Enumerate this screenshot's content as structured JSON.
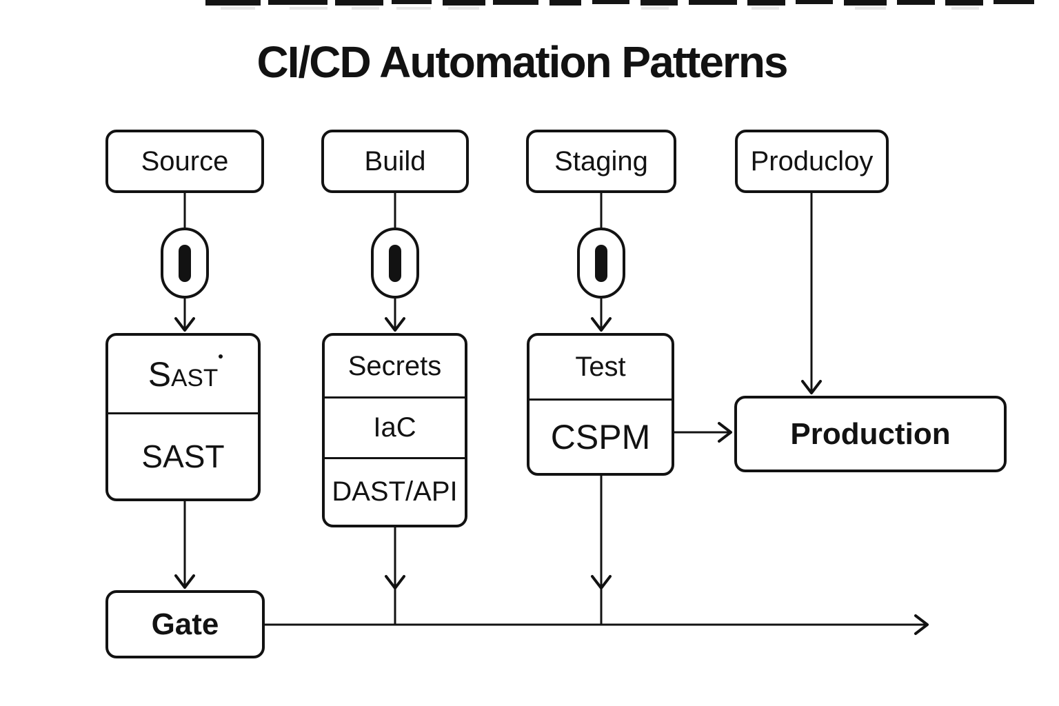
{
  "title": "CI/CD Automation Patterns",
  "nodes": {
    "source": "Source",
    "build": "Build",
    "staging": "Staging",
    "producloy": "Producloy",
    "production": "Production",
    "gate": "Gate"
  },
  "stacks": {
    "source": [
      "Sast",
      "SAST"
    ],
    "build": [
      "Secrets",
      "IaC",
      "DAST/API"
    ],
    "staging": [
      "Test",
      "CSPM"
    ]
  },
  "icons": {
    "stage_pill": "vertical-bar-pill-icon"
  },
  "colors": {
    "stroke": "#121212",
    "text": "#121212",
    "background": "#ffffff"
  }
}
